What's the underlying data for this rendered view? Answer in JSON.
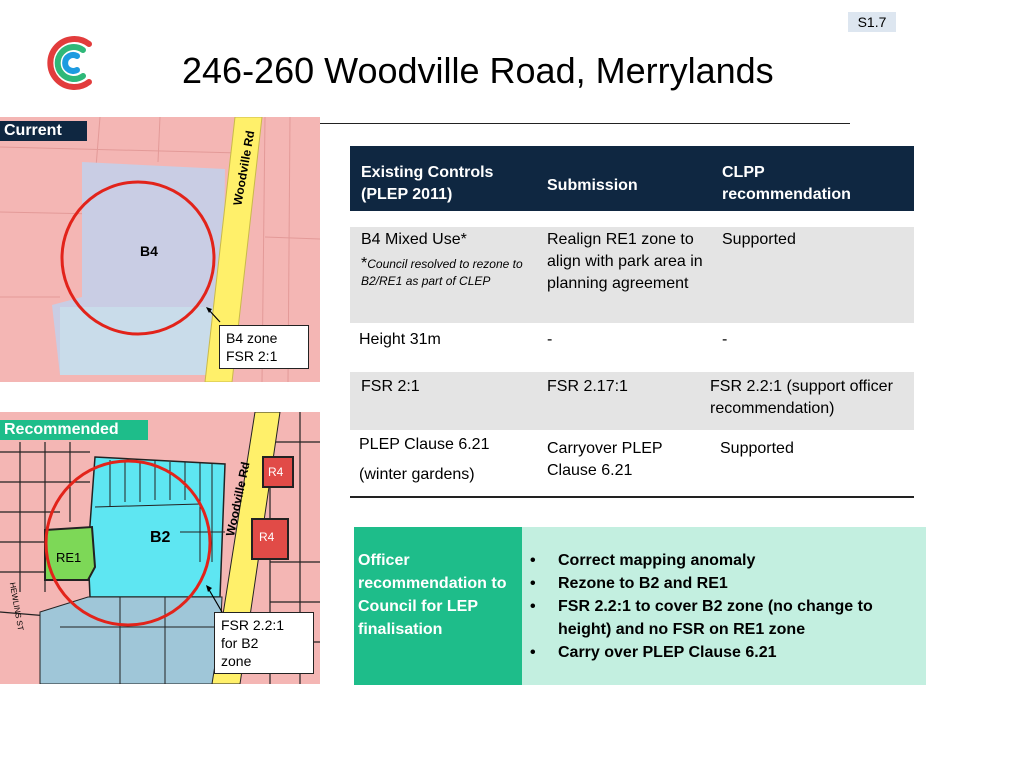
{
  "slide_id": "S1.7",
  "title": "246-260 Woodville Road, Merrylands",
  "maps": {
    "current": {
      "label": "Current",
      "road": "Woodville Rd",
      "zone": "B4",
      "callout": [
        "B4 zone",
        "FSR 2:1"
      ]
    },
    "recommended": {
      "label": "Recommended",
      "road": "Woodville Rd",
      "zone": "B2",
      "re1": "RE1",
      "r4_top": "R4",
      "r4_bottom": "R4",
      "street": "HEWLINS ST",
      "callout": [
        "FSR 2.2:1",
        "for B2",
        "zone"
      ]
    }
  },
  "table": {
    "headers": [
      "Existing Controls (PLEP 2011)",
      "Submission",
      "CLPP recommendation"
    ],
    "rows": [
      {
        "existing": "B4 Mixed Use*",
        "note_mark": "*",
        "note": "Council resolved to rezone to B2/RE1 as part of CLEP",
        "submission": "Realign RE1 zone to align with park area in planning agreement",
        "clpp": "Supported"
      },
      {
        "existing": "Height 31m",
        "submission": "-",
        "clpp": "-"
      },
      {
        "existing": "FSR 2:1",
        "submission": "FSR 2.17:1",
        "clpp": "FSR 2.2:1 (support officer recommendation)"
      },
      {
        "existing_line1": "PLEP Clause 6.21",
        "existing_line2": "(winter gardens)",
        "submission": "Carryover PLEP Clause 6.21",
        "clpp": "Supported"
      }
    ]
  },
  "recommendation": {
    "heading": "Officer recommendation to Council for LEP finalisation",
    "bullet": "•",
    "items": [
      "Correct mapping anomaly",
      "Rezone to B2 and RE1",
      "FSR 2.2:1 to cover B2 zone (no change to height) and no FSR on RE1 zone",
      "Carry over PLEP Clause 6.21"
    ]
  },
  "colors": {
    "header_navy": "#0f2741",
    "rec_green": "#1ebd8a",
    "rec_light": "#c3efe0",
    "zone_pink": "#f4b6b4",
    "b4_lavender": "#c9cde4",
    "b2_cyan": "#5ee6f2",
    "re1_green": "#7dd857",
    "r4_red": "#e14b47",
    "road_yellow": "#fff06a",
    "circle_red": "#e2231a"
  }
}
